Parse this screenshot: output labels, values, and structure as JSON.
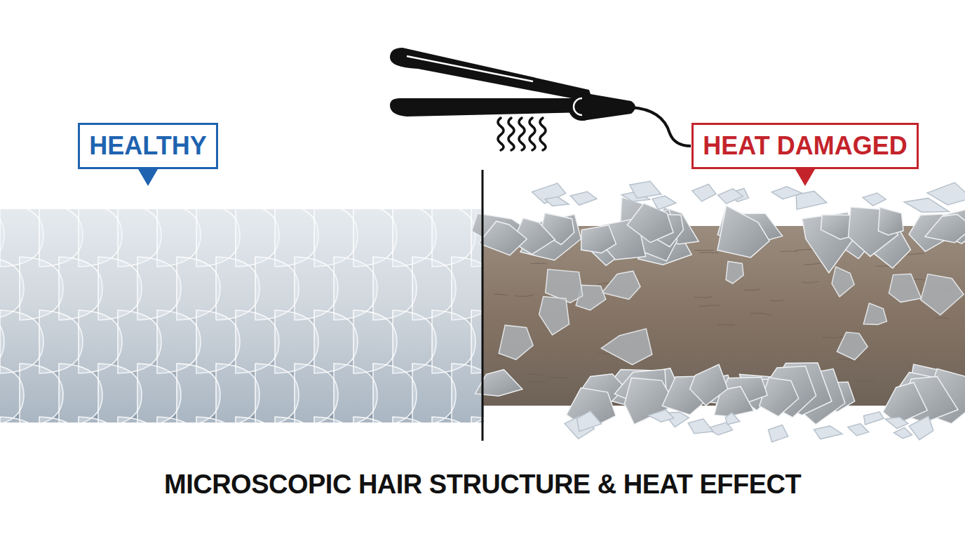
{
  "diagram": {
    "title": "MICROSCOPIC HAIR STRUCTURE & HEAT EFFECT",
    "nodes": [
      {
        "text": [
          "HEALTHY"
        ]
      },
      {
        "text": [
          "HEAT DAMAGED"
        ]
      }
    ]
  }
}
